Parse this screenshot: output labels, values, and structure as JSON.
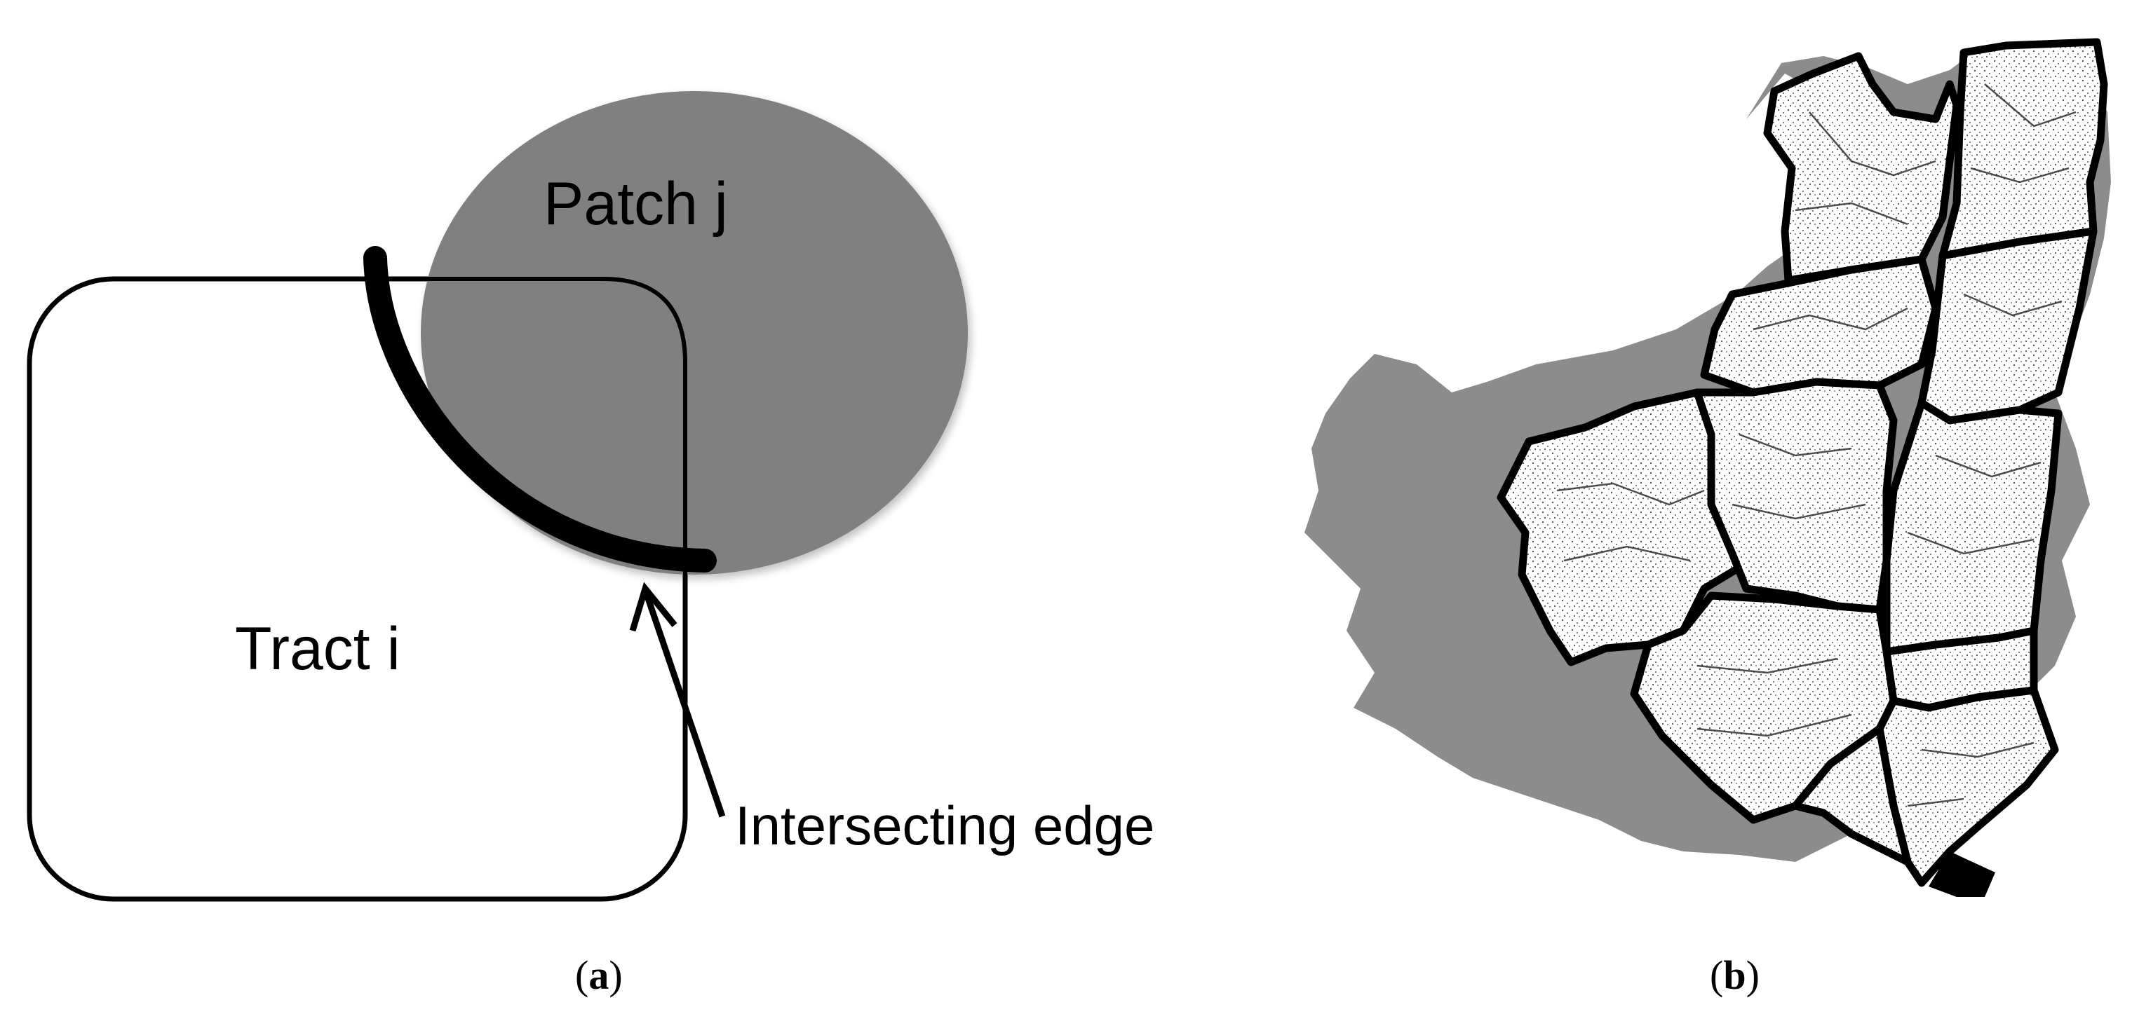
{
  "panel_a": {
    "patch_label": "Patch j",
    "tract_label": "Tract i",
    "edge_label": "Intersecting edge"
  },
  "panel_b": {
    "description_hidden": ""
  },
  "captions": {
    "a_open": "(",
    "a_letter": "a",
    "a_close": ")",
    "b_open": "(",
    "b_letter": "b",
    "b_close": ")"
  },
  "colors": {
    "patch_fill": "#7f7f7f",
    "land_fill": "#8c8c8c",
    "line": "#000000"
  }
}
